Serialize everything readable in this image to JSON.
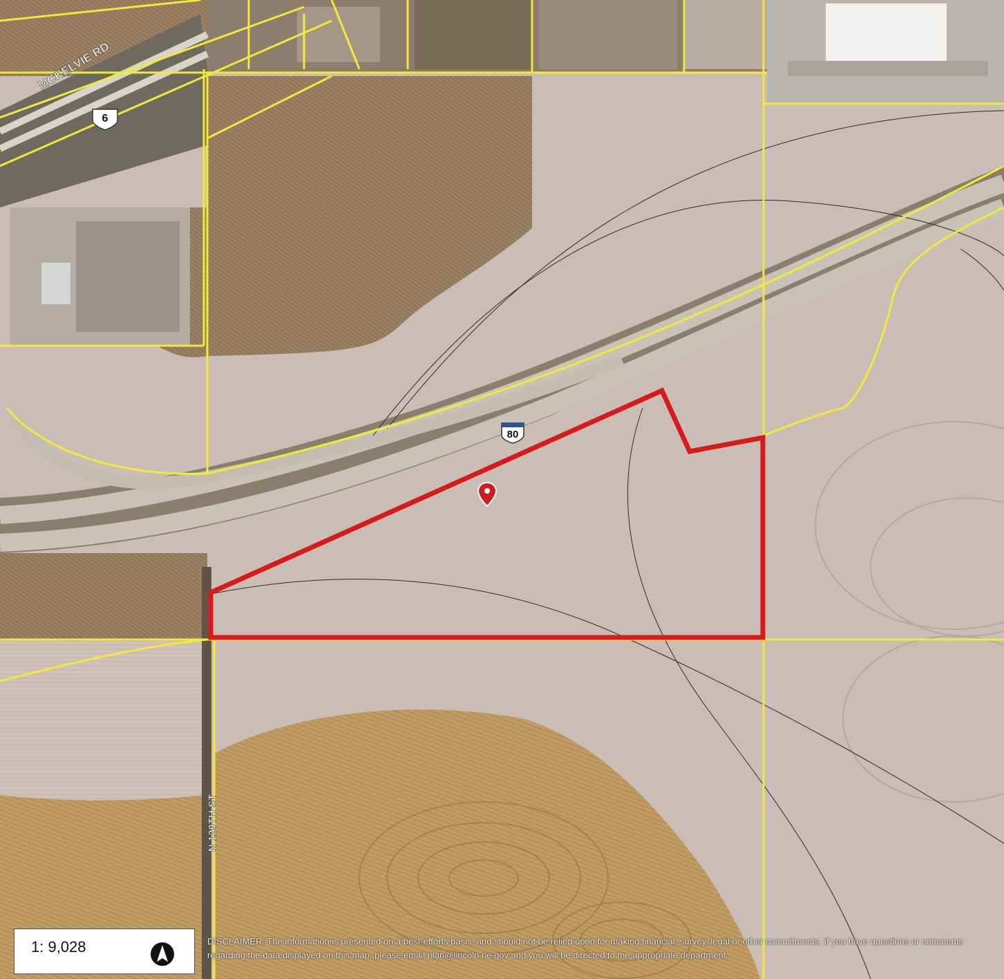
{
  "map": {
    "road_labels": {
      "mckelvie": "MCKELVIE RD",
      "us6": "6",
      "i80": "80",
      "n120th": "N 120TH ST"
    },
    "scale_text": "1: 9,028",
    "north_arrow_icon": "north-arrow-icon",
    "location_pin_icon": "location-pin-icon",
    "disclaimer": "DISCLAIMER: The information is presented on a best-efforts basis, and should not be relied upon for making financial, survey, legal or other commitments. If you have questions or comments regarding the data displayed on this map, please email plan@lincoln.ne.gov and you will be directed to the appropriate department.",
    "colors": {
      "parcel_lines": "#f2e93a",
      "subject_parcel": "#d51b1b",
      "field_light": "#cfc3bc",
      "field_dark": "#9a8163",
      "field_golden": "#c09b62",
      "road": "#b8b4a8",
      "pin": "#cc1f1f"
    }
  }
}
